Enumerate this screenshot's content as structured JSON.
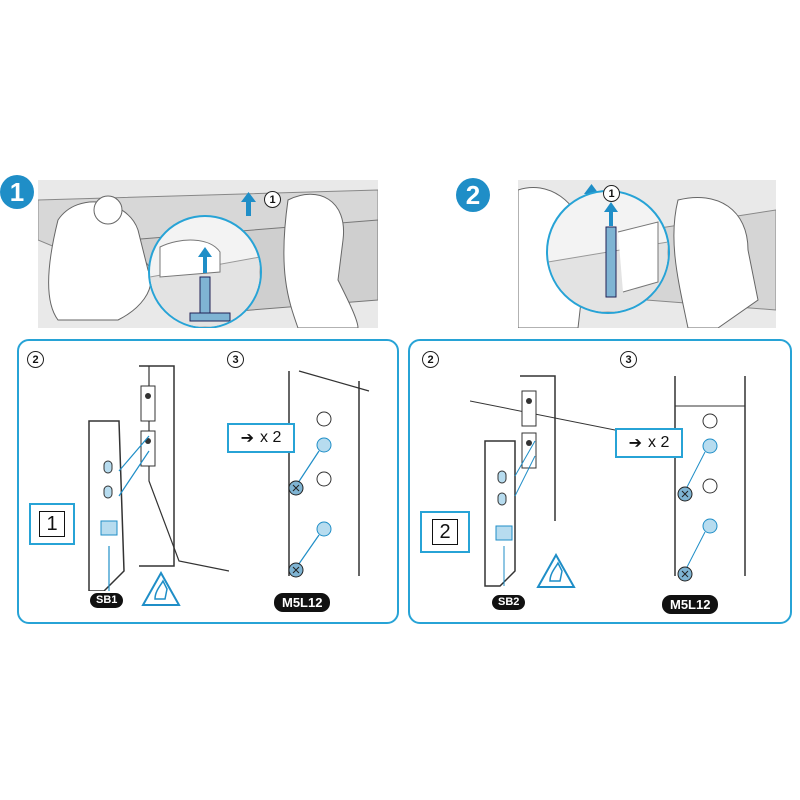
{
  "steps": [
    {
      "number": "1",
      "sub_marker": "1",
      "detail_a_marker": "2",
      "detail_b_marker": "3",
      "box_number": "1",
      "part_label": "SB1",
      "screw_label": "M5L12",
      "screw_count": "x 2"
    },
    {
      "number": "2",
      "sub_marker": "1",
      "detail_a_marker": "2",
      "detail_b_marker": "3",
      "box_number": "2",
      "part_label": "SB2",
      "screw_label": "M5L12",
      "screw_count": "x 2"
    }
  ],
  "colors": {
    "accent": "#1f8ec7",
    "panel_border": "#27a3d6",
    "part_highlight": "#b7dcef"
  },
  "icons": [
    "arrow-up-icon",
    "arrow-right-icon",
    "screw-icon",
    "warning-hot-surface-icon"
  ]
}
